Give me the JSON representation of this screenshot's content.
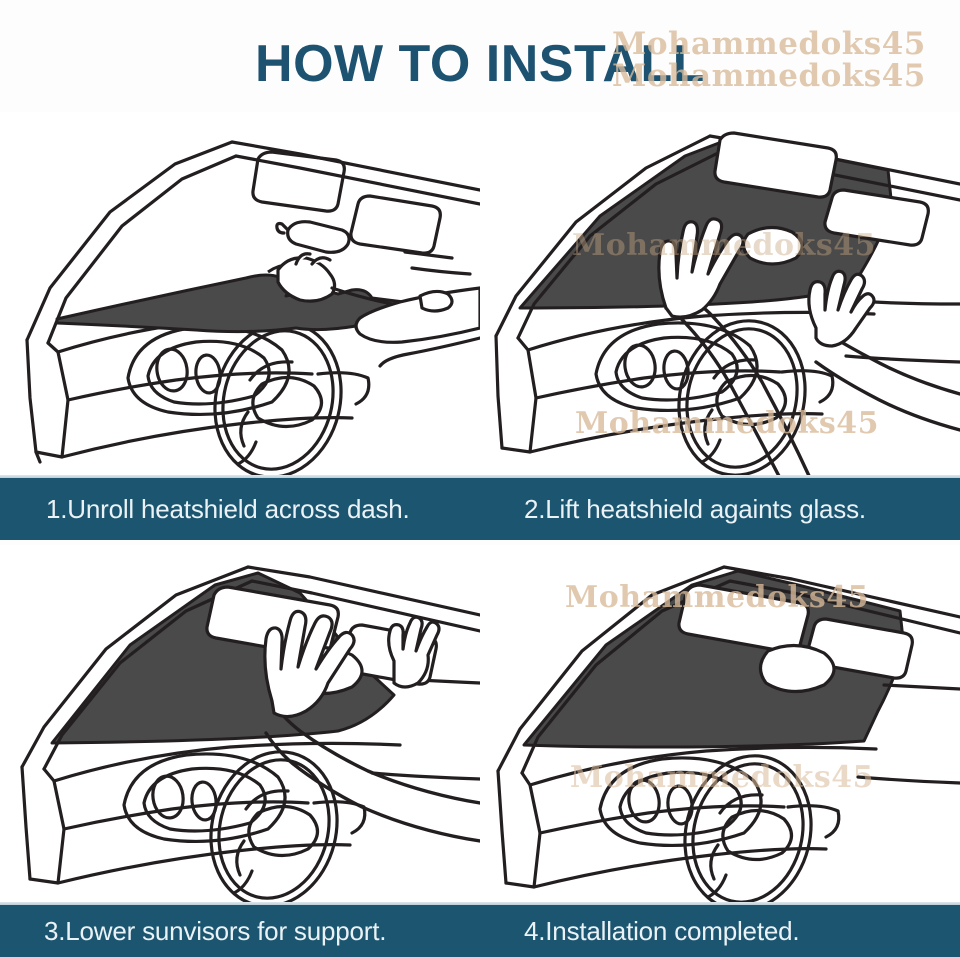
{
  "header": {
    "title": "HOW TO INSTALL",
    "title_color": "#1d5271"
  },
  "theme": {
    "caption_bar_color": "#1b5570",
    "caption_text_color": "#eaf2f6",
    "heatshield_fill": "#4a4a4a",
    "line_art_stroke": "#231f20",
    "background": "#fdfdfd",
    "watermark_color": "#d9bb9a"
  },
  "steps": [
    {
      "number": "1",
      "caption": "1.Unroll heatshield across dash.",
      "alt": "Hands unrolling a folded sunshade panel across the car dashboard near the steering wheel",
      "illustration": "car-interior-unroll"
    },
    {
      "number": "2",
      "caption": "2.Lift heatshield againts glass.",
      "alt": "Two hands pressing the unfolded sunshade flat against the inside of the windshield glass",
      "illustration": "car-interior-lift"
    },
    {
      "number": "3",
      "caption": "3.Lower sunvisors for support.",
      "alt": "A hand folding the sun visor down over the sunshade to hold it in place",
      "illustration": "car-interior-visor"
    },
    {
      "number": "4",
      "caption": "4.Installation completed.",
      "alt": "Completed installation: sunshade covering the windshield held by both lowered sun visors",
      "illustration": "car-interior-done"
    }
  ],
  "watermarks": [
    {
      "text": "Mohammedoks45"
    },
    {
      "text": "Mohammedoks45"
    },
    {
      "text": "Mohammedoks45"
    },
    {
      "text": "Mohammedoks45"
    },
    {
      "text": "Mohammedoks45"
    },
    {
      "text": "Mohammedoks45"
    }
  ]
}
